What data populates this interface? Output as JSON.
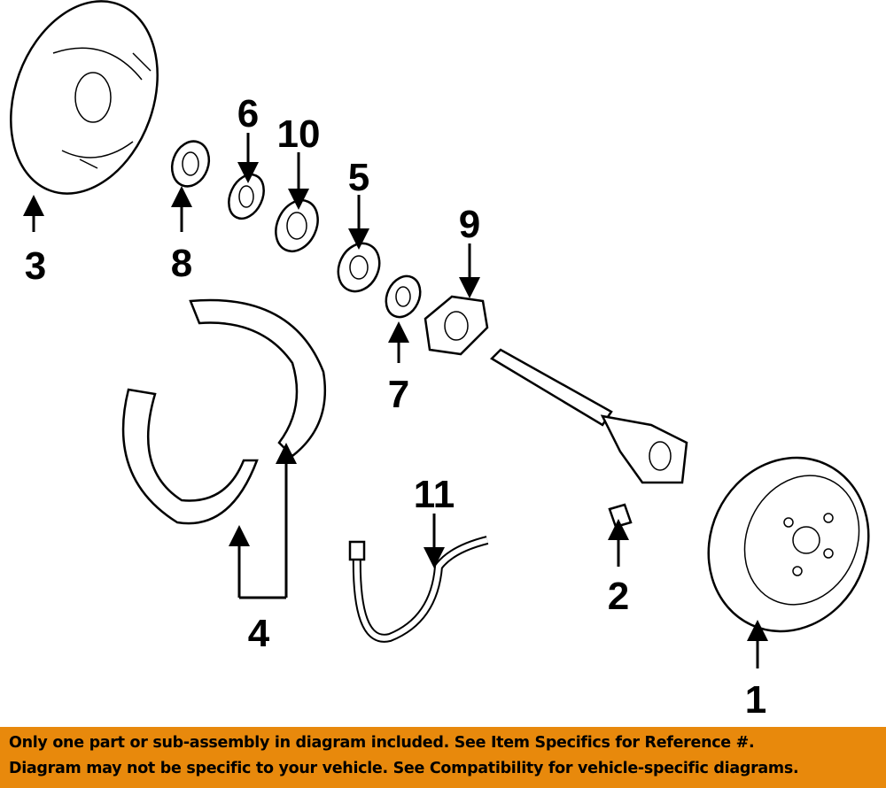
{
  "callouts": [
    "1",
    "2",
    "3",
    "4",
    "5",
    "6",
    "7",
    "8",
    "9",
    "10",
    "11"
  ],
  "banner": {
    "line1": "Only one part or sub-assembly in diagram included. See Item Specifics for Reference #.",
    "line2": "Diagram may not be specific to your vehicle. See Compatibility for vehicle-specific diagrams.",
    "color": "#E8890C"
  }
}
